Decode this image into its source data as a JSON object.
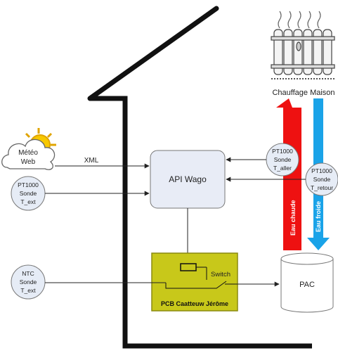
{
  "meteo": {
    "line1": "Météo",
    "line2": "Web",
    "link_label": "XML"
  },
  "sensor_ext": {
    "line1": "PT1000",
    "line2": "Sonde",
    "line3": "T_ext"
  },
  "sensor_ntc": {
    "line1": "NTC",
    "line2": "Sonde",
    "line3": "T_ext"
  },
  "sensor_aller": {
    "line1": "PT1000",
    "line2": "Sonde",
    "line3": "T_aller"
  },
  "sensor_retour": {
    "line1": "PT1000",
    "line2": "Sonde",
    "line3": "T_retour"
  },
  "api": {
    "label": "API Wago"
  },
  "pcb": {
    "label": "PCB Caatteuw Jérôme",
    "switch_label": "Switch"
  },
  "pac": {
    "label": "PAC"
  },
  "heating": {
    "label": "Chauffage Maison"
  },
  "arrows": {
    "hot_label": "Eau chaude",
    "cold_label": "Eau froide"
  },
  "colors": {
    "hot": "#ee1111",
    "cold": "#1aa3e8",
    "api_fill": "#e8ecf6",
    "pcb_fill": "#c8c81a",
    "pcb_border": "#8a8a10",
    "house": "#111111"
  }
}
